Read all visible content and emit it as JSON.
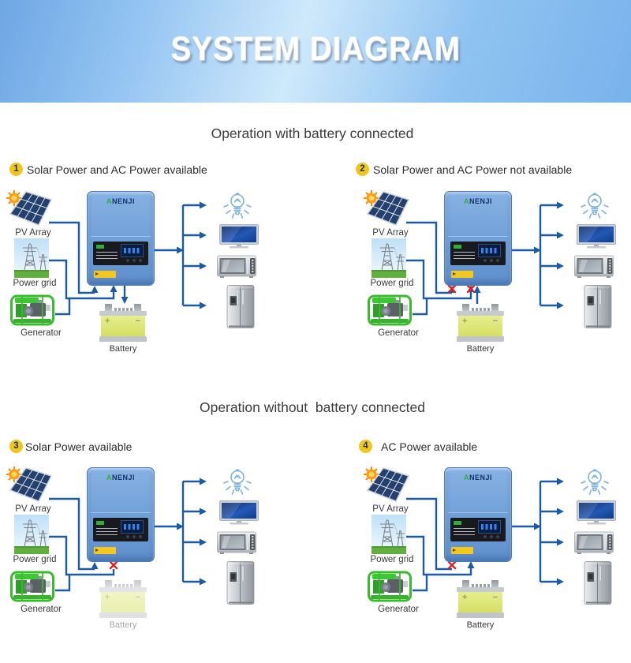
{
  "header": {
    "title": "SYSTEM DIAGRAM"
  },
  "sections": [
    {
      "heading": "Operation with battery connected",
      "scenarios": [
        {
          "num": "1",
          "label": "Solar Power and AC Power available"
        },
        {
          "num": "2",
          "label": "Solar Power and AC Power not available"
        }
      ]
    },
    {
      "heading": "Operation without  battery connected",
      "scenarios": [
        {
          "num": "3",
          "label": "Solar Power available"
        },
        {
          "num": "4",
          "label": "AC Power available"
        }
      ]
    }
  ],
  "labels": {
    "pv": "PV Array",
    "grid": "Power grid",
    "generator": "Generator",
    "battery": "Battery",
    "brand_a": "A",
    "brand_rest": "NENJI",
    "battery_plus": "+",
    "battery_minus": "−"
  },
  "diagram_states": [
    {
      "panel": "1",
      "solar_input": "connected",
      "ac_input": "connected",
      "battery": "charging"
    },
    {
      "panel": "2",
      "solar_input": "blocked",
      "ac_input": "blocked",
      "battery": "discharging"
    },
    {
      "panel": "3",
      "solar_input": "connected",
      "ac_input": "blocked",
      "battery": "disconnected"
    },
    {
      "panel": "4",
      "solar_input": "blocked",
      "ac_input": "connected",
      "battery": "disconnected"
    }
  ],
  "loads": [
    "light bulb",
    "television",
    "microwave oven",
    "refrigerator"
  ],
  "colors": {
    "wire_blue": "#1b5aa6",
    "header_blue": "#8fc3f1",
    "badge_yellow": "#f2c51d",
    "blocked_red": "#e01f1f",
    "battery_green": "#d4de62",
    "generator_green": "#39bb2e",
    "inverter_blue": "#6f9fd8"
  }
}
